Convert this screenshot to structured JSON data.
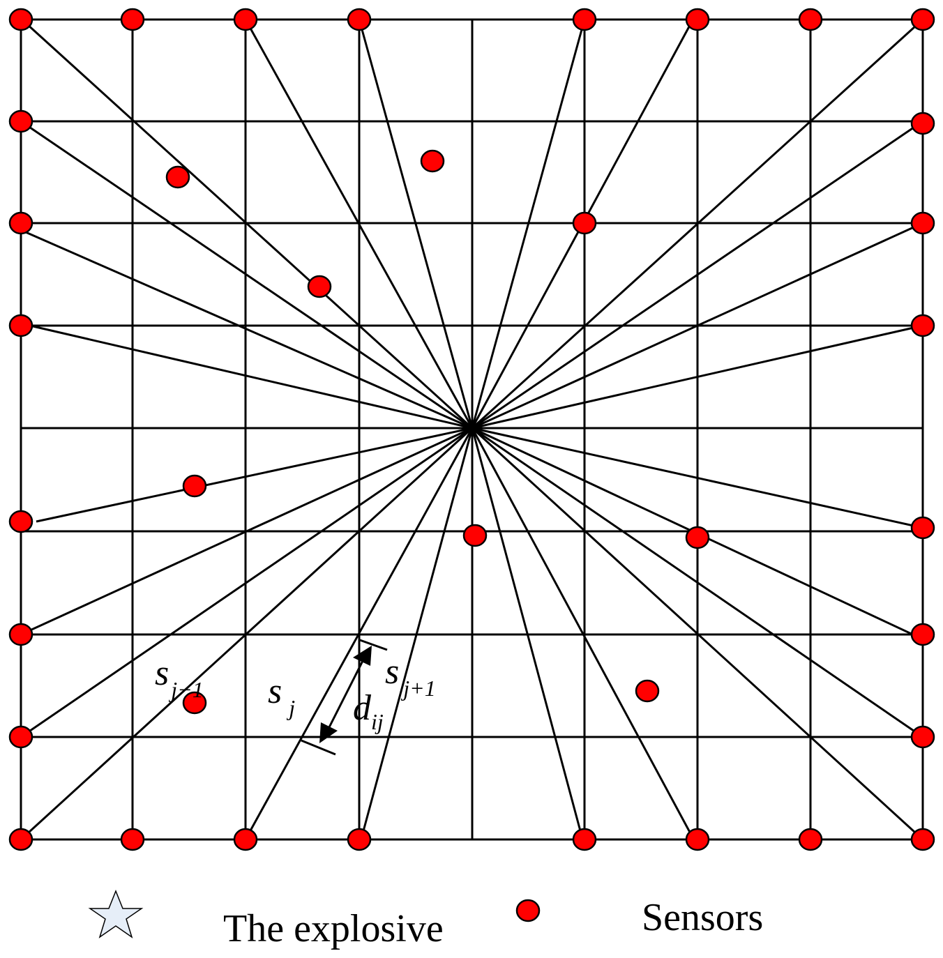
{
  "diagram": {
    "labels": {
      "s_prev_main": "s",
      "s_prev_sub": "j−1",
      "s_cur_main": "s",
      "s_cur_sub": "j",
      "s_next_main": "s",
      "s_next_sub": "j+1",
      "d_main": "d",
      "d_sub": "ij"
    },
    "legend": {
      "explosive_label": "The explosive",
      "sensors_label": "Sensors"
    },
    "colors": {
      "sensor": "#ff0000",
      "star_fill": "#e6eef8",
      "line": "#000000"
    },
    "icons": {
      "explosive": "star-icon",
      "sensor": "red-dot-icon"
    }
  }
}
